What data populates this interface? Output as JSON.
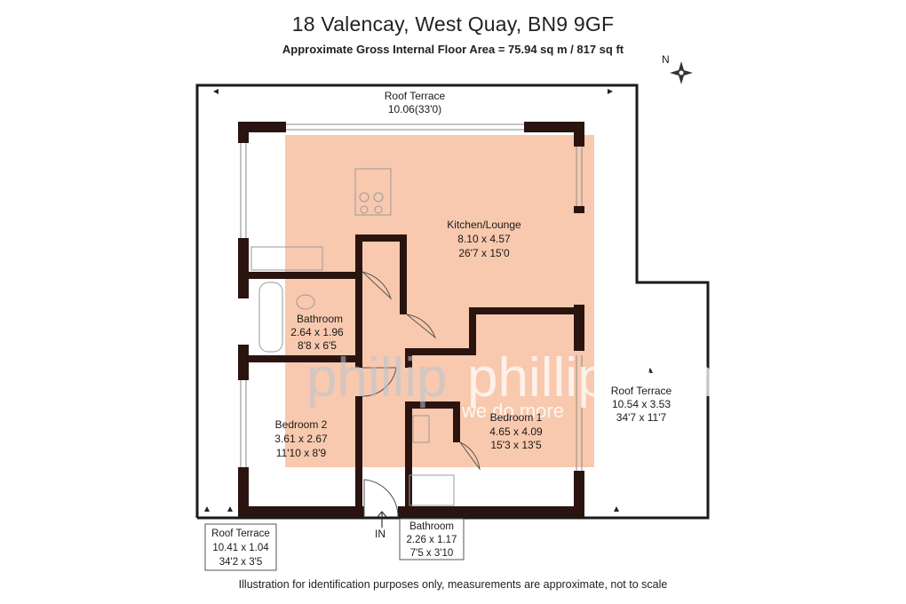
{
  "header": {
    "title": "18 Valencay, West Quay, BN9 9GF",
    "subtitle": "Approximate Gross Internal Floor Area = 75.94 sq m / 817 sq ft"
  },
  "compass": {
    "label": "N"
  },
  "rooms": {
    "roof_terrace_top": {
      "name": "Roof Terrace",
      "dim1": "10.06(33'0)"
    },
    "kitchen_lounge": {
      "name": "Kitchen/Lounge",
      "dim1": "8.10 x 4.57",
      "dim2": "26'7 x 15'0"
    },
    "bathroom_main": {
      "name": "Bathroom",
      "dim1": "2.64 x 1.96",
      "dim2": "8'8 x 6'5"
    },
    "roof_terrace_right": {
      "name": "Roof Terrace",
      "dim1": "10.54 x 3.53",
      "dim2": "34'7 x 11'7"
    },
    "bedroom_1": {
      "name": "Bedroom 1",
      "dim1": "4.65 x 4.09",
      "dim2": "15'3 x 13'5"
    },
    "bedroom_2": {
      "name": "Bedroom 2",
      "dim1": "3.61 x 2.67",
      "dim2": "11'10 x 8'9"
    },
    "roof_terrace_bottom": {
      "name": "Roof Terrace",
      "dim1": "10.41 x 1.04",
      "dim2": "34'2 x 3'5"
    },
    "bathroom_ensuite": {
      "name": "Bathroom",
      "dim1": "2.26 x 1.17",
      "dim2": "7'5 x 3'10"
    }
  },
  "entrance": {
    "label": "IN"
  },
  "watermark": {
    "brand": "phillipmann",
    "tagline": "we do more",
    "color": "#f4a47c"
  },
  "colors": {
    "wall": "#2a1410",
    "highlight": "#f8c9ae"
  },
  "footer": {
    "note": "Illustration for identification purposes only, measurements are approximate, not to scale"
  }
}
